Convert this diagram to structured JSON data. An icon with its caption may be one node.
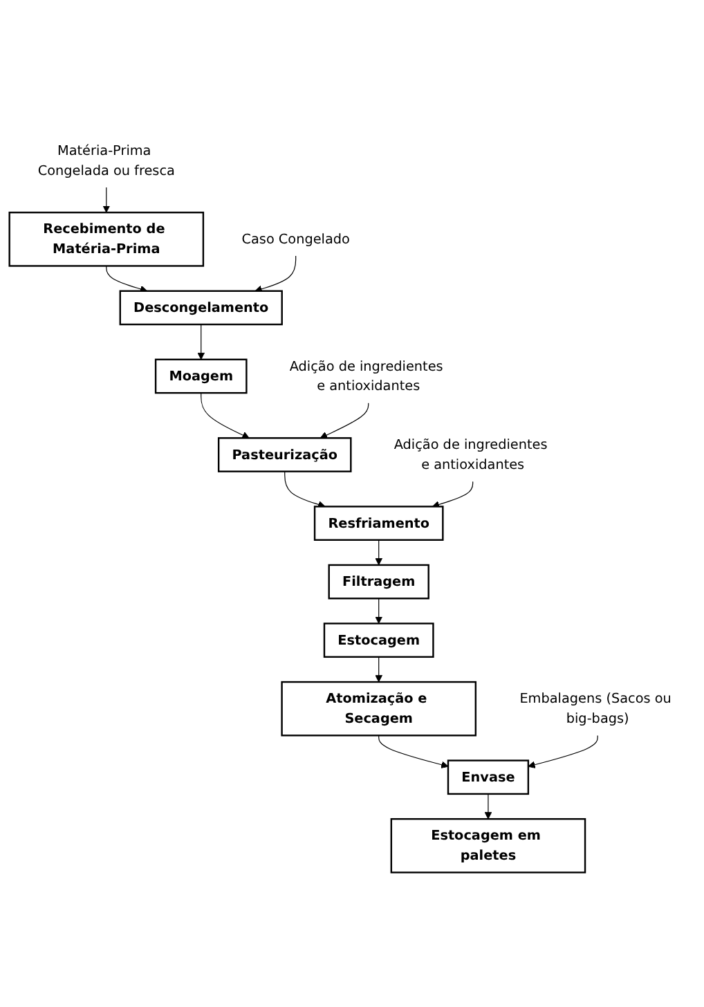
{
  "diagram": {
    "nodes": [
      {
        "text": [
          "Recebimento de Matéria-Prima"
        ]
      },
      {
        "text": [
          "Descongelamento"
        ]
      },
      {
        "text": [
          "Moagem"
        ]
      },
      {
        "text": [
          "Pasteurização"
        ]
      },
      {
        "text": [
          "Resfriamento"
        ]
      },
      {
        "text": [
          "Filtragem"
        ]
      },
      {
        "text": [
          "Estocagem"
        ]
      },
      {
        "text": [
          "Atomização e Secagem"
        ]
      },
      {
        "text": [
          "Envase"
        ]
      },
      {
        "text": [
          "Estocagem em paletes"
        ]
      },
      {
        "text": [
          "Matéria-Prima Congelada ou fresca"
        ]
      },
      {
        "text": [
          "Caso Congelado"
        ]
      },
      {
        "text": [
          "Adição de ingredientes e antioxidantes"
        ]
      },
      {
        "text": [
          "Adição de ingredientes e antioxidantes"
        ]
      },
      {
        "text": [
          "Embalagens (Sacos ou big-bags)"
        ]
      }
    ],
    "edges": [
      {
        "from": 0,
        "to": 1,
        "arrow": "to"
      },
      {
        "from": 1,
        "to": 2,
        "arrow": "to"
      },
      {
        "from": 2,
        "to": 3,
        "arrow": "to"
      },
      {
        "from": 3,
        "to": 4,
        "arrow": "to"
      },
      {
        "from": 4,
        "to": 5,
        "arrow": "to"
      },
      {
        "from": 5,
        "to": 6,
        "arrow": "to"
      },
      {
        "from": 6,
        "to": 7,
        "arrow": "to"
      },
      {
        "from": 7,
        "to": 8,
        "arrow": "to"
      },
      {
        "from": 8,
        "to": 9,
        "arrow": "to"
      },
      {
        "from": 10,
        "to": 0,
        "arrow": "to"
      },
      {
        "from": 11,
        "to": 1,
        "arrow": "to"
      },
      {
        "from": 12,
        "to": 3,
        "arrow": "to"
      },
      {
        "from": 13,
        "to": 4,
        "arrow": "to"
      },
      {
        "from": 14,
        "to": 8,
        "arrow": "to"
      }
    ]
  }
}
